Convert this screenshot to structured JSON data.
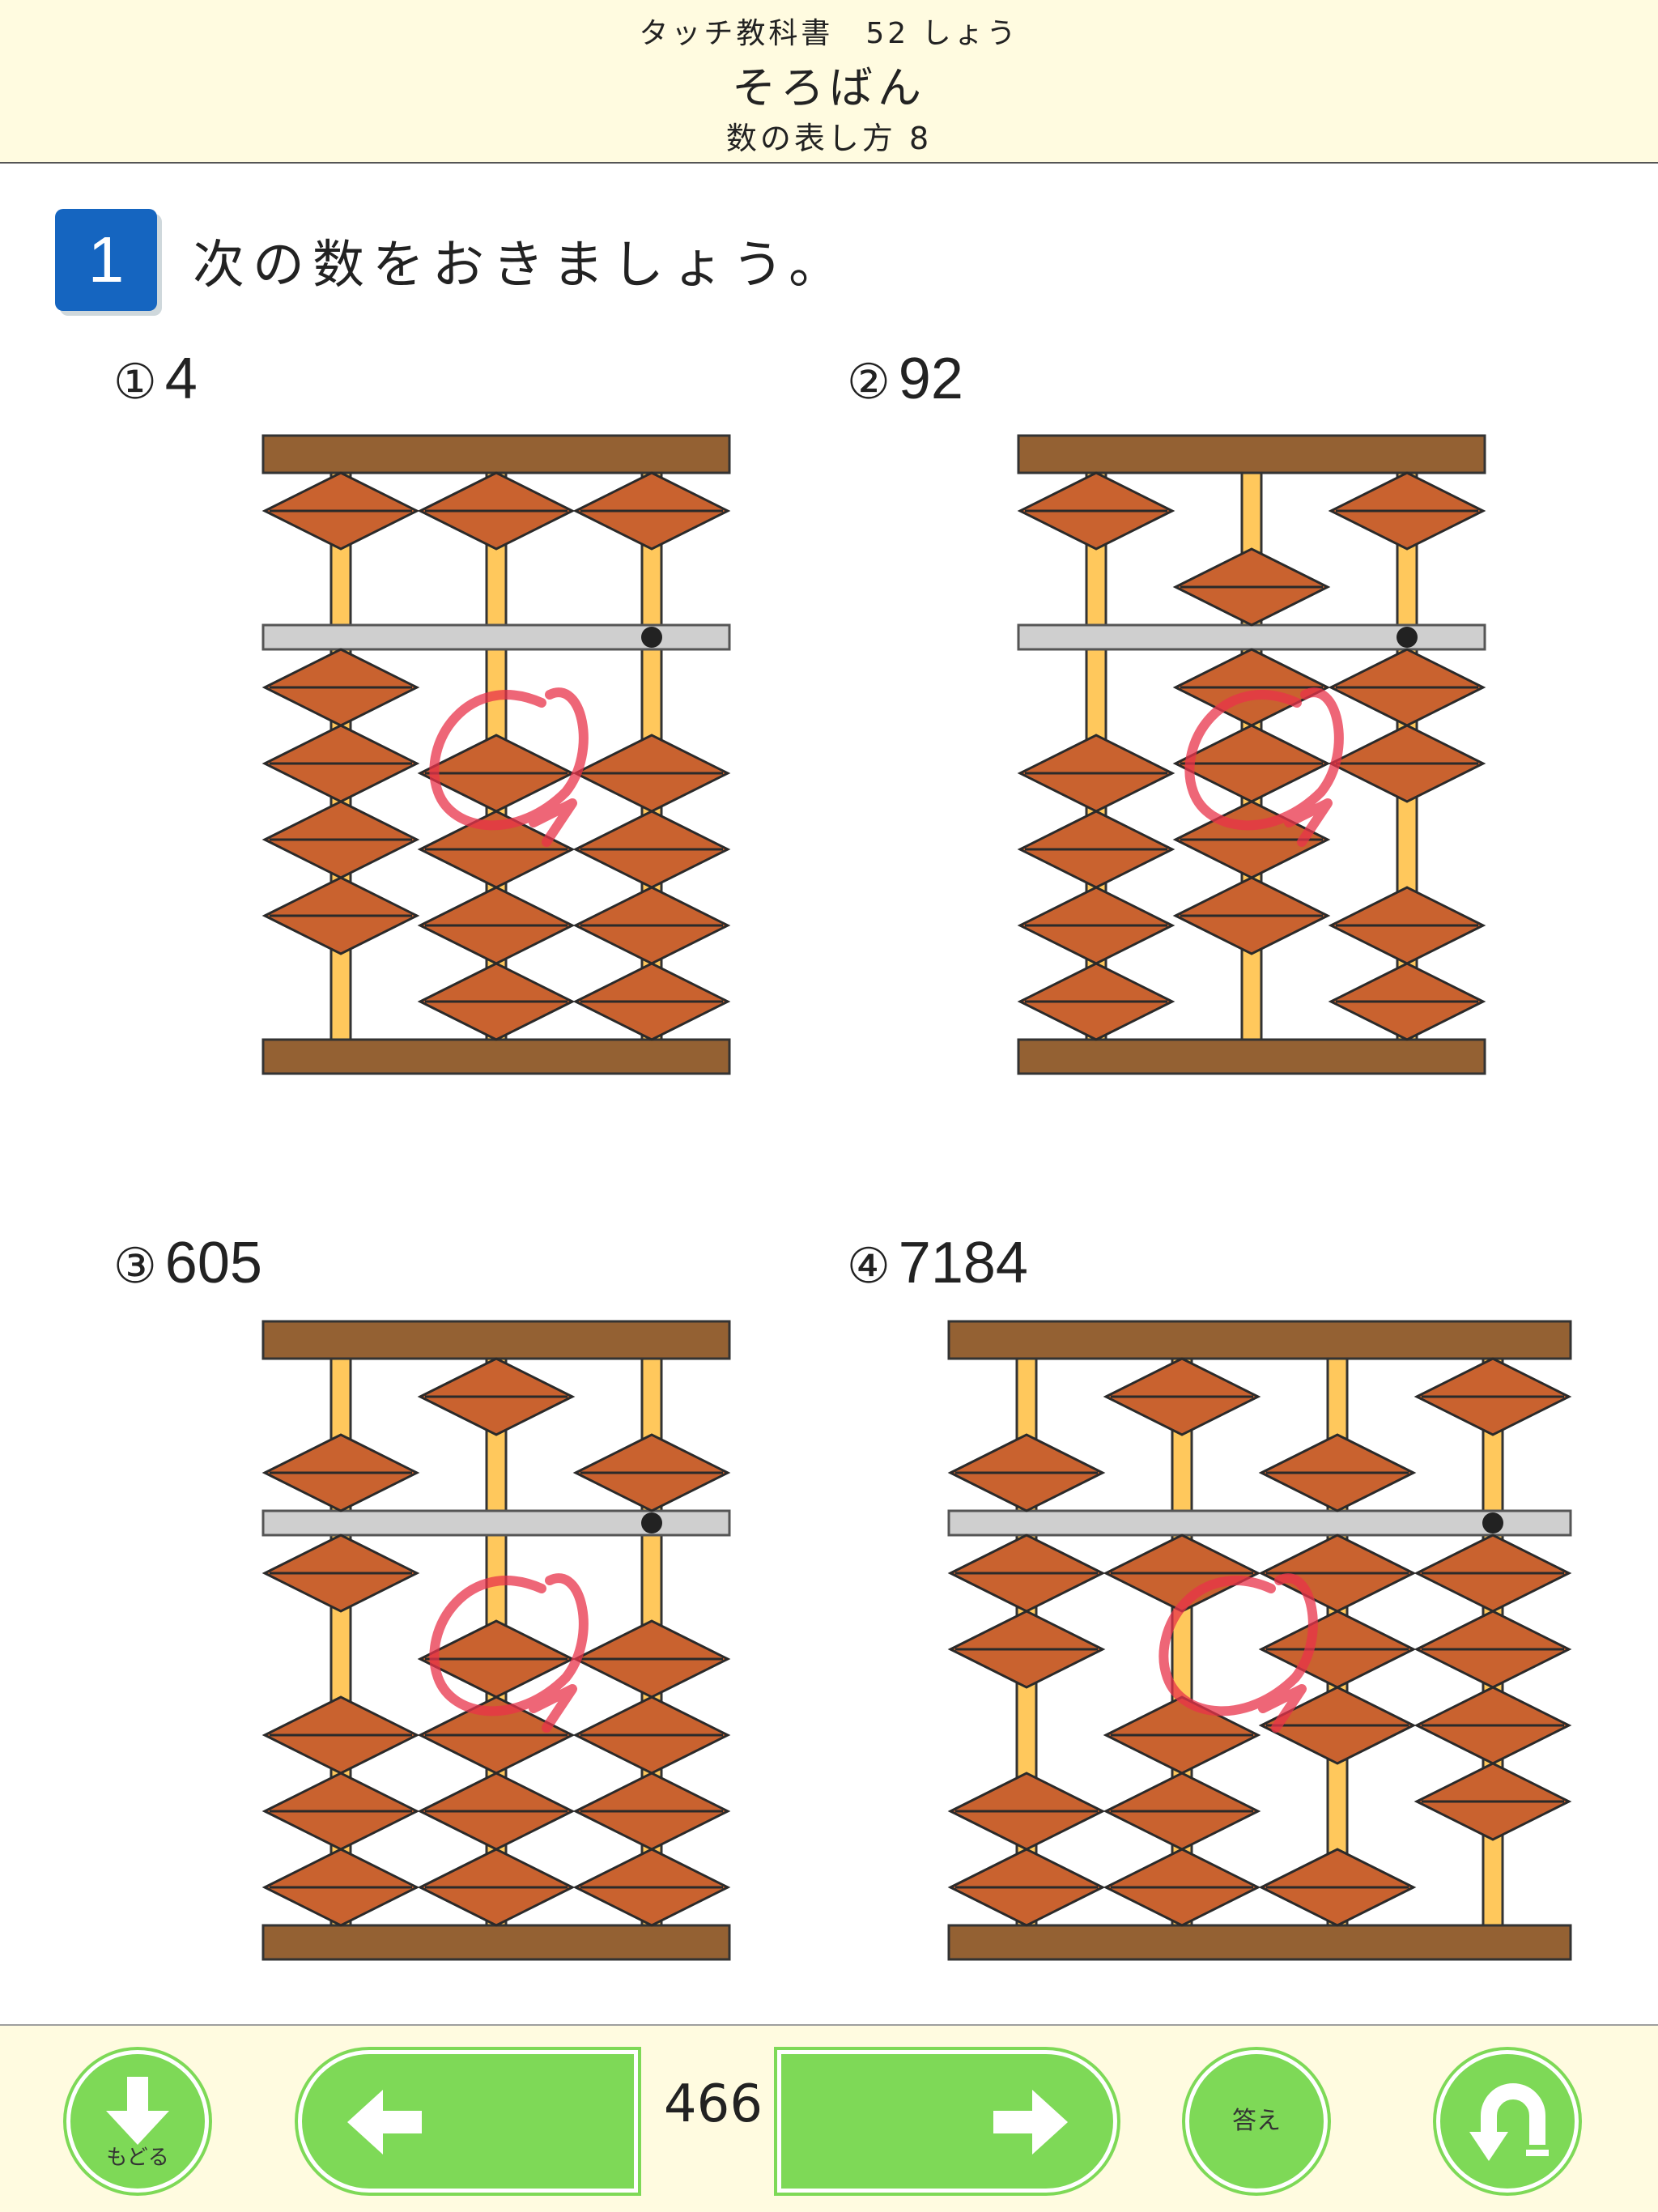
{
  "header": {
    "book": "タッチ教科書　52 しょう",
    "title": "そろばん",
    "subtitle": "数の表し方 8"
  },
  "question": {
    "number": "1",
    "text": "次の数をおきましょう。"
  },
  "problems": [
    {
      "marker": "①",
      "value": "4",
      "rods": [
        4,
        0,
        0
      ]
    },
    {
      "marker": "②",
      "value": "92",
      "rods": [
        0,
        9,
        2
      ]
    },
    {
      "marker": "③",
      "value": "605",
      "rods": [
        6,
        0,
        5
      ]
    },
    {
      "marker": "④",
      "value": "7184",
      "rods": [
        7,
        1,
        8,
        4
      ]
    }
  ],
  "colors": {
    "bead": "#c9622f",
    "frame": "#946133",
    "rod": "#ffc85c",
    "bar": "#cfcfcf",
    "accent": "#1565c0",
    "button": "#7ed957",
    "ink": "#e8334a"
  },
  "footer": {
    "back_label": "もどる",
    "page": "466",
    "answer_label": "答え",
    "back_icon": "down-arrow-icon",
    "prev_icon": "left-arrow-icon",
    "next_icon": "right-arrow-icon",
    "undo_icon": "u-turn-icon"
  }
}
